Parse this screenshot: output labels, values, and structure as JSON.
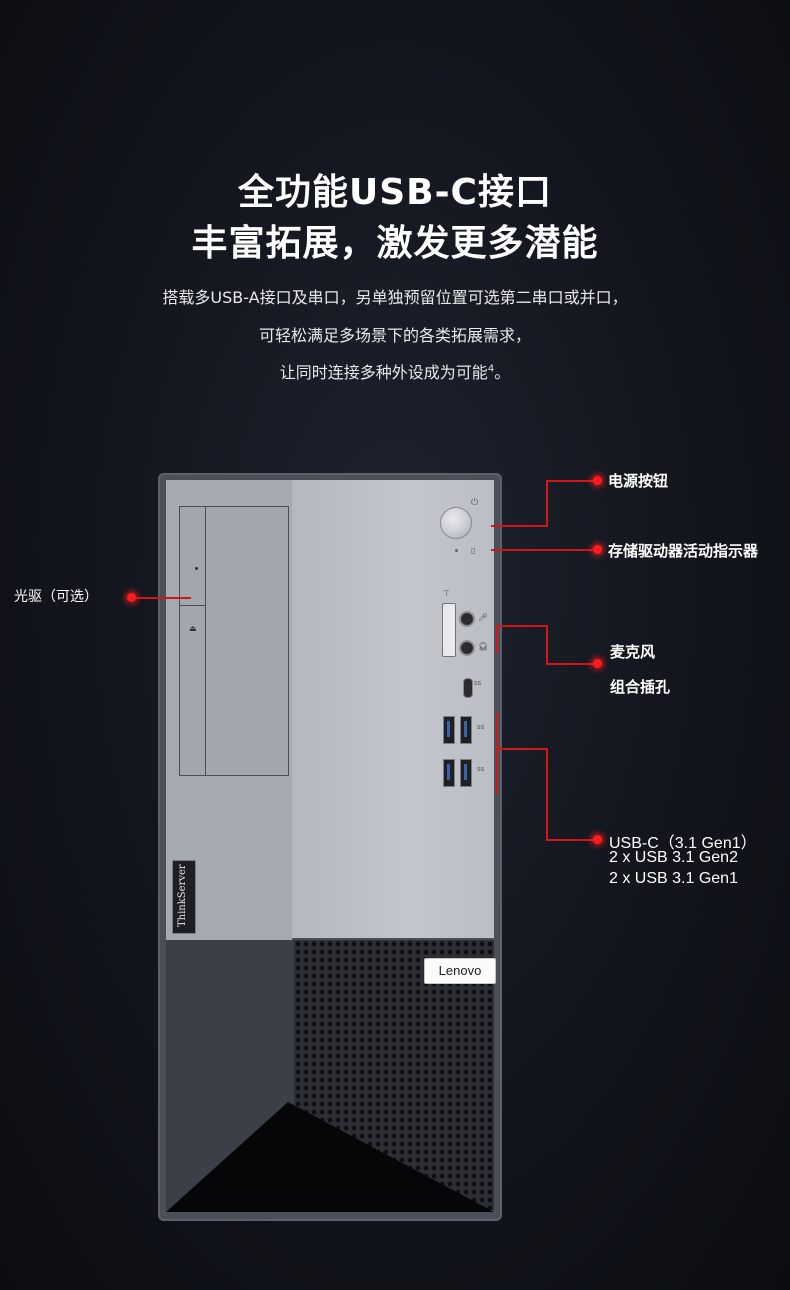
{
  "headline": {
    "line1": "全功能USB-C接口",
    "line2": "丰富拓展，激发更多潜能"
  },
  "description": {
    "line1": "搭载多USB-A接口及串口，另单独预留位置可选第二串口或并口，",
    "line2": "可轻松满足多场景下的各类拓展需求，",
    "line3": "让同时连接多种外设成为可能",
    "footnote": "4",
    "line3_end": "。"
  },
  "product": {
    "badge": "ThinkServer",
    "brand": "Lenovo"
  },
  "callouts": {
    "power_button": "电源按钮",
    "storage_indicator": "存储驱动器活动指示器",
    "optical_drive": "光驱（可选）",
    "mic_line1": "麦克风",
    "mic_line2": "组合插孔",
    "ports_line1": "USB-C（3.1 Gen1）",
    "ports_line2": "2 x USB 3.1 Gen2",
    "ports_line3": "2 x USB 3.1 Gen1"
  },
  "colors": {
    "background": "#12151c",
    "accent_red": "#ff1b1b",
    "tower_front": "#bfc2c8",
    "tower_body": "#4a4f58"
  },
  "icons": [
    "power-icon",
    "drive-activity-icon",
    "card-reader-icon",
    "microphone-icon",
    "headphone-icon",
    "usb-c-port",
    "usb-a-port"
  ]
}
